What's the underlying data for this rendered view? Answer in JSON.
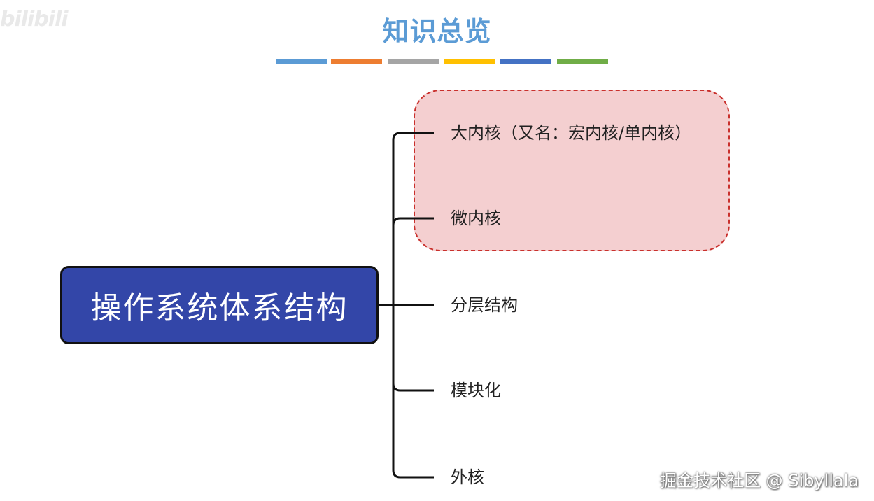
{
  "logo": {
    "text": "bilibili"
  },
  "title": "知识总览",
  "color_bars": [
    "#5b9bd5",
    "#ed7d31",
    "#a5a5a5",
    "#ffc000",
    "#4472c4",
    "#70ad47"
  ],
  "root": {
    "label": "操作系统体系结构",
    "fill": "#3346a8"
  },
  "branches": [
    {
      "label": "大内核（又名：宏内核/单内核）"
    },
    {
      "label": "微内核"
    },
    {
      "label": "分层结构"
    },
    {
      "label": "模块化"
    },
    {
      "label": "外核"
    }
  ],
  "watermark": "掘金技术社区 @ Sibyllala"
}
